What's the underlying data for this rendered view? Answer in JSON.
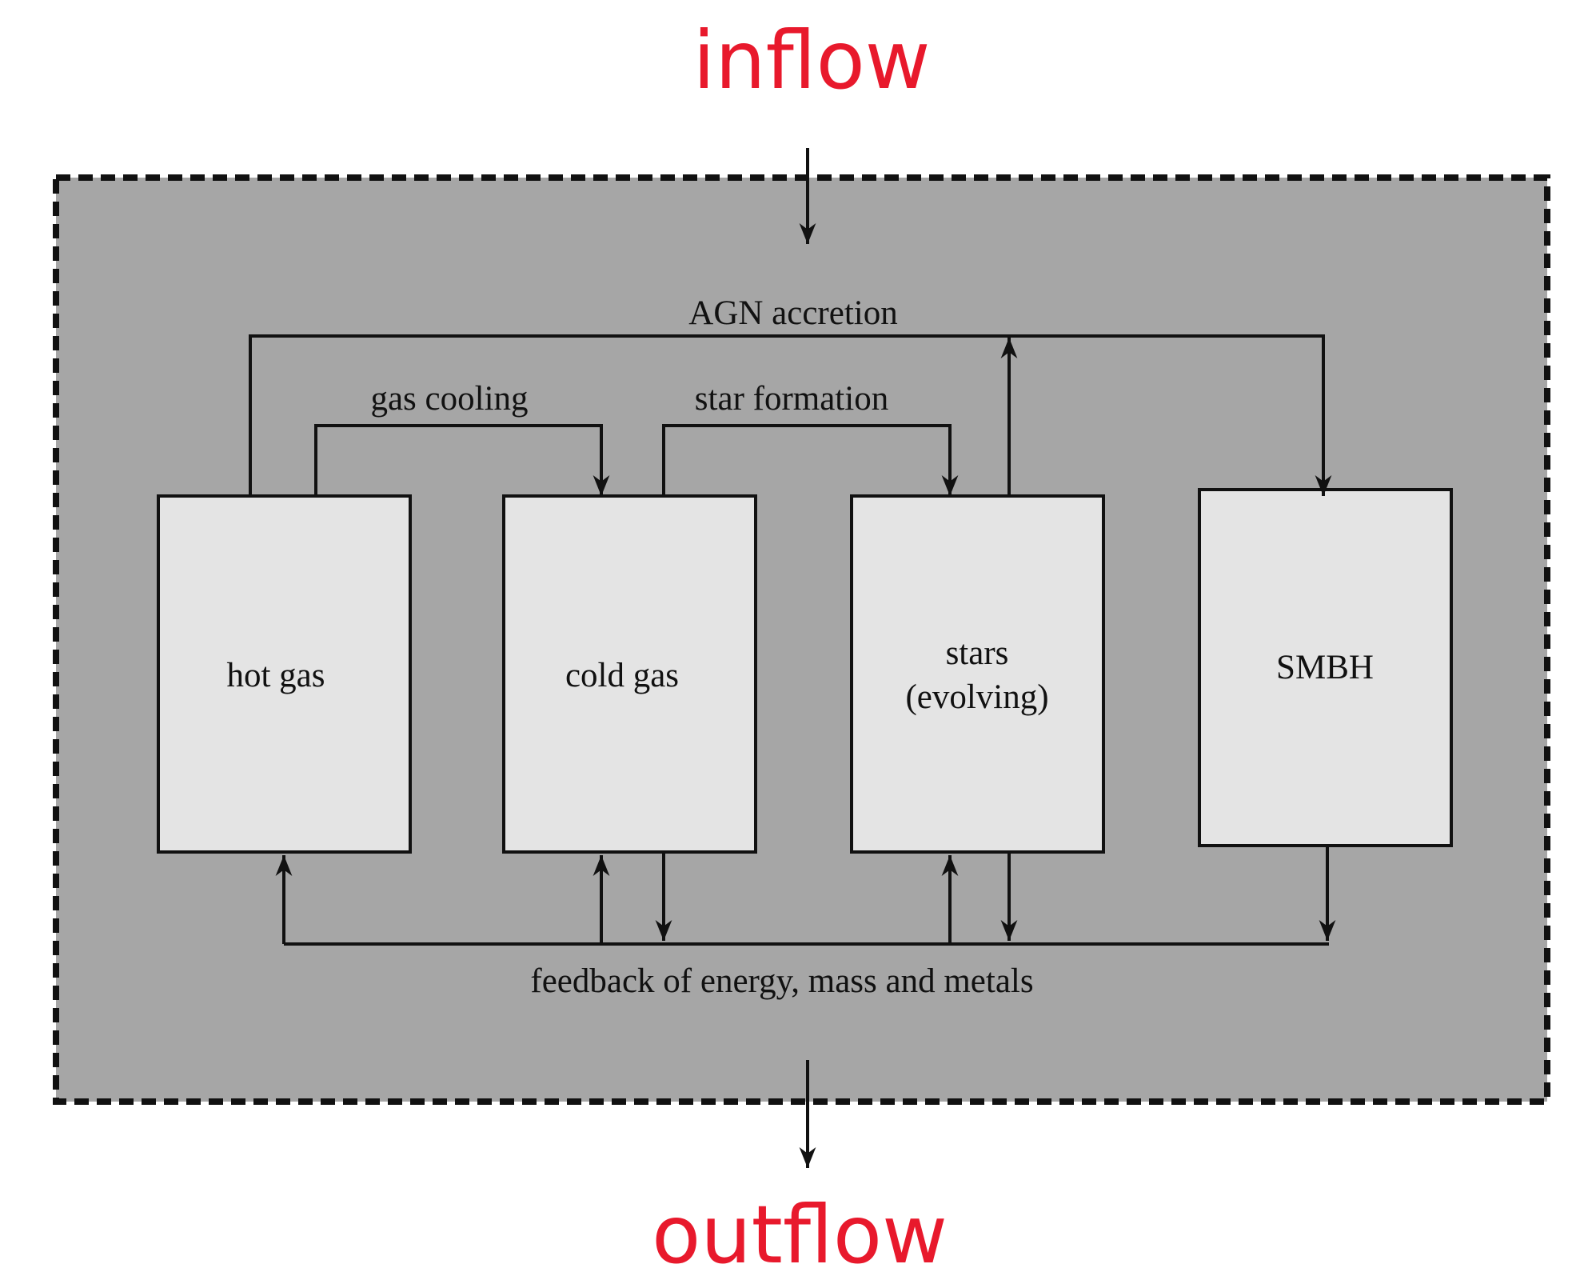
{
  "flow": {
    "inflow_label": "inflow",
    "outflow_label": "outflow",
    "color": "#e8192c"
  },
  "boxes": {
    "hot_gas": "hot gas",
    "cold_gas": "cold gas",
    "stars_line1": "stars",
    "stars_line2": "(evolving)",
    "smbh": "SMBH"
  },
  "edges": {
    "agn_accretion": "AGN accretion",
    "gas_cooling": "gas cooling",
    "star_formation": "star formation",
    "feedback": "feedback of energy, mass and metals"
  },
  "colors": {
    "system_fill": "#a6a6a6",
    "box_fill": "#e4e4e4",
    "line": "#111111"
  }
}
